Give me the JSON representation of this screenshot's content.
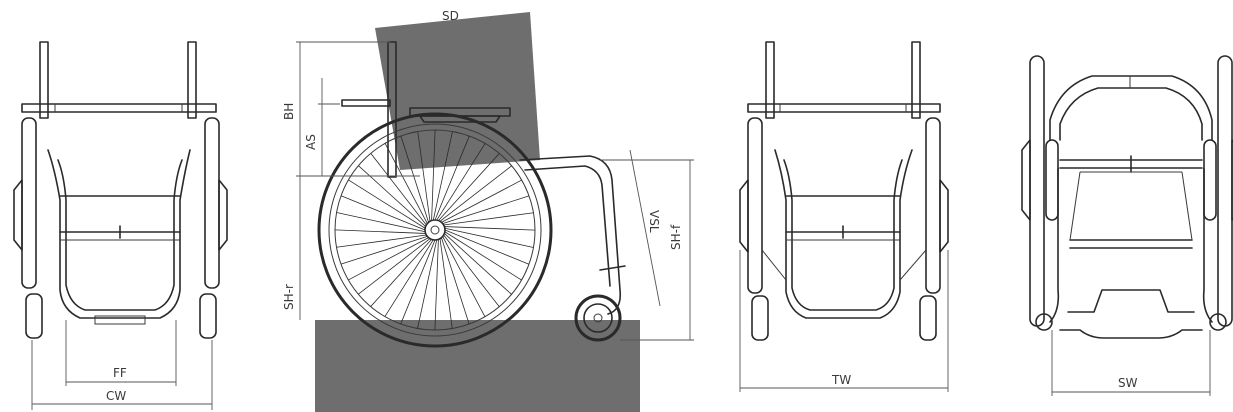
{
  "labels": {
    "ff": "FF",
    "cw": "CW",
    "sd": "SD",
    "bh": "BH",
    "as": "AS",
    "shr": "SH-r",
    "vsl": "VSL",
    "shf": "SH-f",
    "tw": "TW",
    "sw": "SW"
  },
  "colors": {
    "shading": "#6e6e6e",
    "line": "#2a2a2a",
    "background": "#ffffff"
  }
}
